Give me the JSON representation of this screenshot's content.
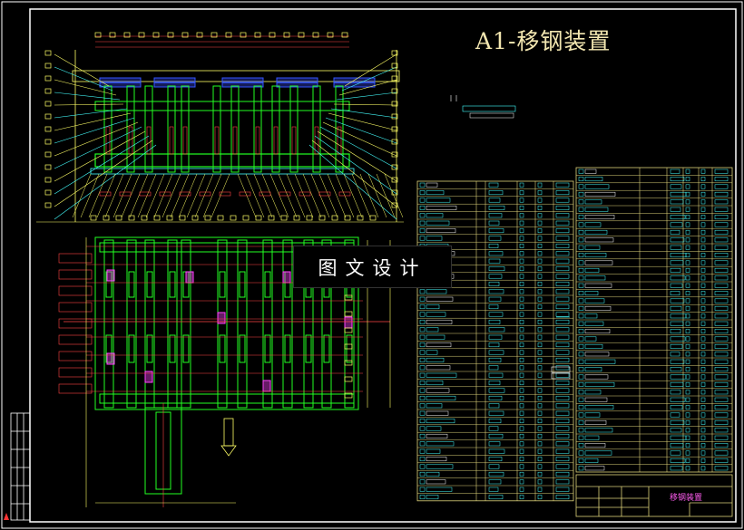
{
  "drawing": {
    "title": "A1-移钢装置",
    "watermark": "图文设计",
    "titleblock_name": "移钢装置"
  },
  "colors": {
    "background": "#000000",
    "border": "#ffffff",
    "green": "#22ff22",
    "yellow": "#ffff66",
    "cyan": "#44ffff",
    "red": "#ff4444",
    "magenta": "#ff44ff",
    "blue": "#3355ff",
    "table_line": "#ddd27a",
    "title_text": "#f2e6b0"
  }
}
